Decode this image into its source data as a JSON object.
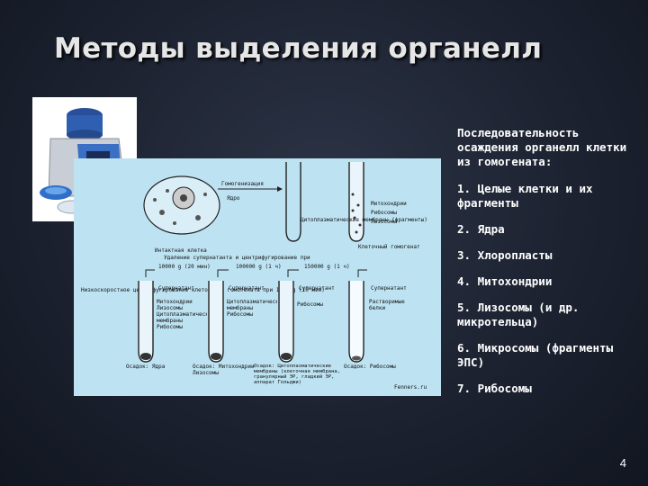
{
  "slide": {
    "title": "Методы выделения органелл",
    "page_number": "4",
    "sequence_intro": "Последовательность осаждения органелл клетки из гомогената:",
    "steps": [
      "1. Целые клетки и их фрагменты",
      "2. Ядра",
      "3. Хлоропласты",
      "4. Митохондрии",
      "5. Лизосомы (и др. микротельца)",
      "6. Микросомы (фрагменты ЭПС)",
      "7. Рибосомы"
    ]
  },
  "diagram": {
    "homogenization": "Гомогенизация",
    "nucleus": "Ядро",
    "intact_cell": "Интактная клетка",
    "mitochondria": "Митохондрии",
    "cytoplasm_membranes": "Цитоплазматические мембраны (фрагменты)",
    "ribosomes": "Рибосомы",
    "lysosomes": "Лизосомы",
    "homogenate": "Клеточный гомогенат",
    "supernatant_removal": "Удаление супернатанта и центрифугирование при",
    "speed1": "10000 g (20 мин)",
    "speed2": "100000 g (1 ч)",
    "speed3": "150000 g (1 ч)",
    "low_speed": "Низкоскоростное центрифугирование клеточного гомогената при 1000 g (10 мин)",
    "supernatant": "Супернатант",
    "pellet_nuclei": "Осадок: Ядра",
    "col2_contents": "Митохондрии Лизосомы Цитоплазматические мембраны Рибосомы",
    "col3_contents": "Цитоплазматические мембраны Рибосомы",
    "col4_contents": "Рибосомы",
    "soluble_proteins": "Растворимые белки",
    "pellet_mito": "Осадок: Митохондрии Лизосомы",
    "pellet_membranes": "Осадок: Цитоплазматические мембраны (клеточная мембрана, гранулярный ЭР, гладкий ЭР, аппарат Гольджи)",
    "pellet_ribosomes": "Осадок: Рибосомы",
    "watermark": "Fenners.ru"
  }
}
